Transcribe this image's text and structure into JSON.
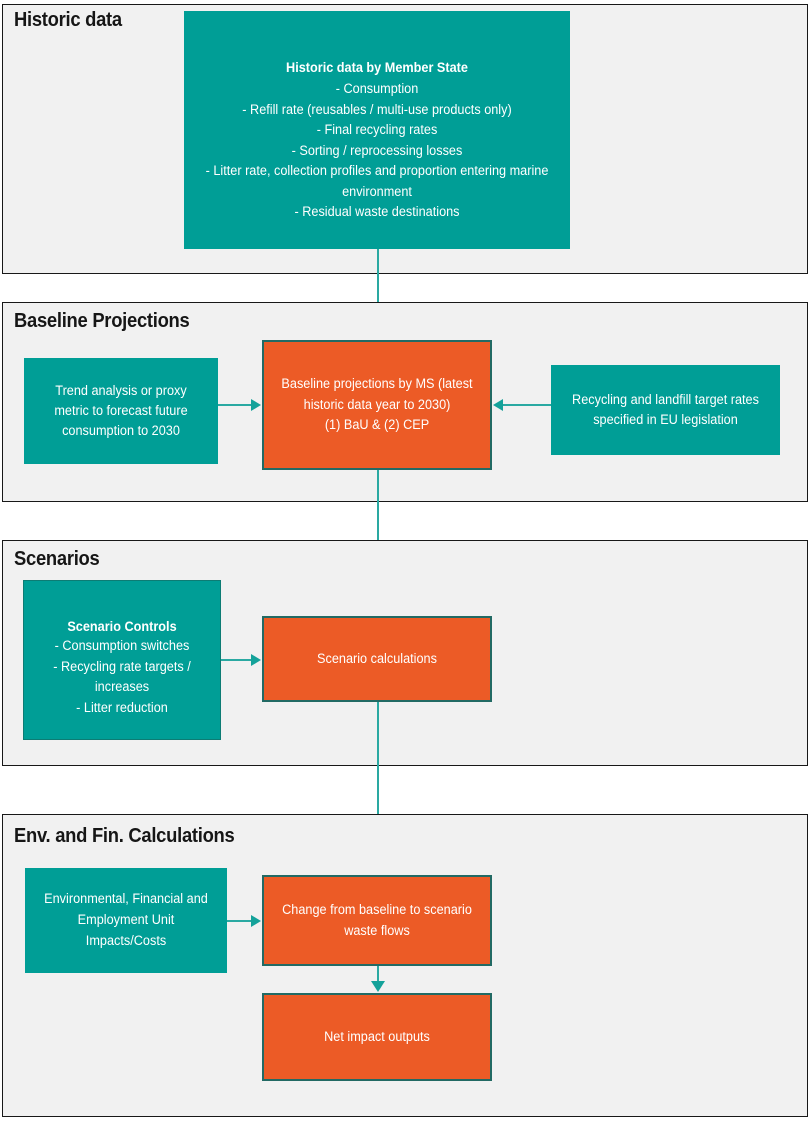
{
  "colors": {
    "teal": "#009E96",
    "teal_border": "#0D7C74",
    "orange": "#EC5B26",
    "orange_border": "#226A64",
    "connector": "#2AA9A2",
    "panel_bg": "#F1F1F1",
    "panel_border": "#181818",
    "page_bg": "#FFFFFF",
    "title_text": "#161616",
    "node_text": "#FFFFFF"
  },
  "sections": [
    {
      "id": "historic-data",
      "title": "Historic data",
      "nodes": [
        {
          "id": "historic-data-by-member-state",
          "kind": "teal",
          "heading": "Historic data by Member State",
          "body": "- Consumption\n- Refill rate (reusables / multi-use products only)\n- Final recycling rates\n- Sorting / reprocessing losses\n- Litter rate, collection profiles and proportion entering marine environment\n- Residual waste destinations"
        }
      ]
    },
    {
      "id": "baseline-projections",
      "title": "Baseline Projections",
      "nodes": [
        {
          "id": "trend-analysis",
          "kind": "teal",
          "heading": "",
          "body": "Trend analysis or proxy metric to forecast future consumption to 2030"
        },
        {
          "id": "baseline-projections-by-ms",
          "kind": "orange",
          "heading": "",
          "body": "Baseline projections  by MS (latest historic data year to 2030)\n(1) BaU & (2) CEP"
        },
        {
          "id": "recycling-landfill-targets",
          "kind": "teal",
          "heading": "",
          "body": "Recycling and landfill target rates specified in EU legislation"
        }
      ]
    },
    {
      "id": "scenarios",
      "title": "Scenarios",
      "nodes": [
        {
          "id": "scenario-controls",
          "kind": "teal",
          "heading": "Scenario Controls",
          "body": "- Consumption switches\n- Recycling rate targets / increases\n- Litter reduction"
        },
        {
          "id": "scenario-calculations",
          "kind": "orange",
          "heading": "",
          "body": "Scenario calculations"
        }
      ]
    },
    {
      "id": "env-fin-calculations",
      "title": "Env. and Fin. Calculations",
      "nodes": [
        {
          "id": "unit-impacts-costs",
          "kind": "teal",
          "heading": "",
          "body": "Environmental, Financial and Employment Unit Impacts/Costs"
        },
        {
          "id": "change-from-baseline",
          "kind": "orange",
          "heading": "",
          "body": "Change from baseline to scenario waste flows"
        },
        {
          "id": "net-impact-outputs",
          "kind": "orange",
          "heading": "",
          "body": "Net impact outputs"
        }
      ]
    }
  ]
}
